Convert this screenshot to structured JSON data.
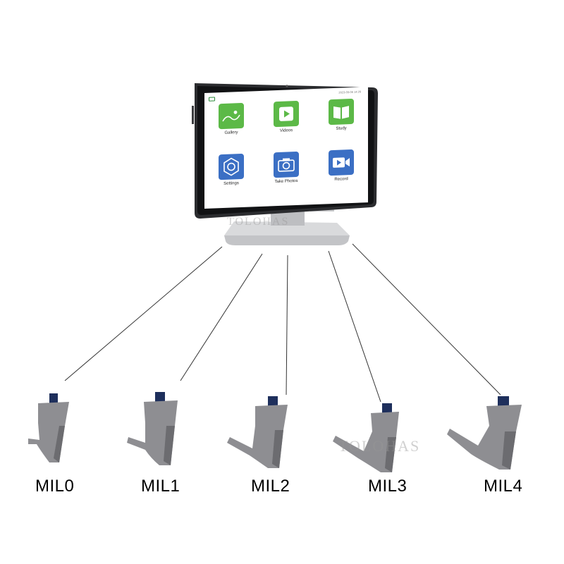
{
  "tablet": {
    "watermark": "TOLOHAS",
    "status_time": "2023-09-06 14:26",
    "apps": [
      {
        "label": "Gallery",
        "color": "#5cb947",
        "icon": "landscape-icon"
      },
      {
        "label": "Videos",
        "color": "#5cb947",
        "icon": "play-icon"
      },
      {
        "label": "Study",
        "color": "#5cb947",
        "icon": "book-icon"
      },
      {
        "label": "Settings",
        "color": "#3b6fc4",
        "icon": "gear-icon"
      },
      {
        "label": "Take Photos",
        "color": "#3b6fc4",
        "icon": "camera-icon"
      },
      {
        "label": "Record",
        "color": "#3b6fc4",
        "icon": "video-camera-icon"
      }
    ]
  },
  "blades": [
    {
      "label": "MIL0"
    },
    {
      "label": "MIL1"
    },
    {
      "label": "MIL2"
    },
    {
      "label": "MIL3"
    },
    {
      "label": "MIL4"
    }
  ],
  "blade_watermark": "TOLOHAS",
  "colors": {
    "blade_gray": "#8e8e92",
    "blade_dark": "#6c6c70",
    "camera_cap": "#1e2f5c",
    "line": "#333333"
  }
}
